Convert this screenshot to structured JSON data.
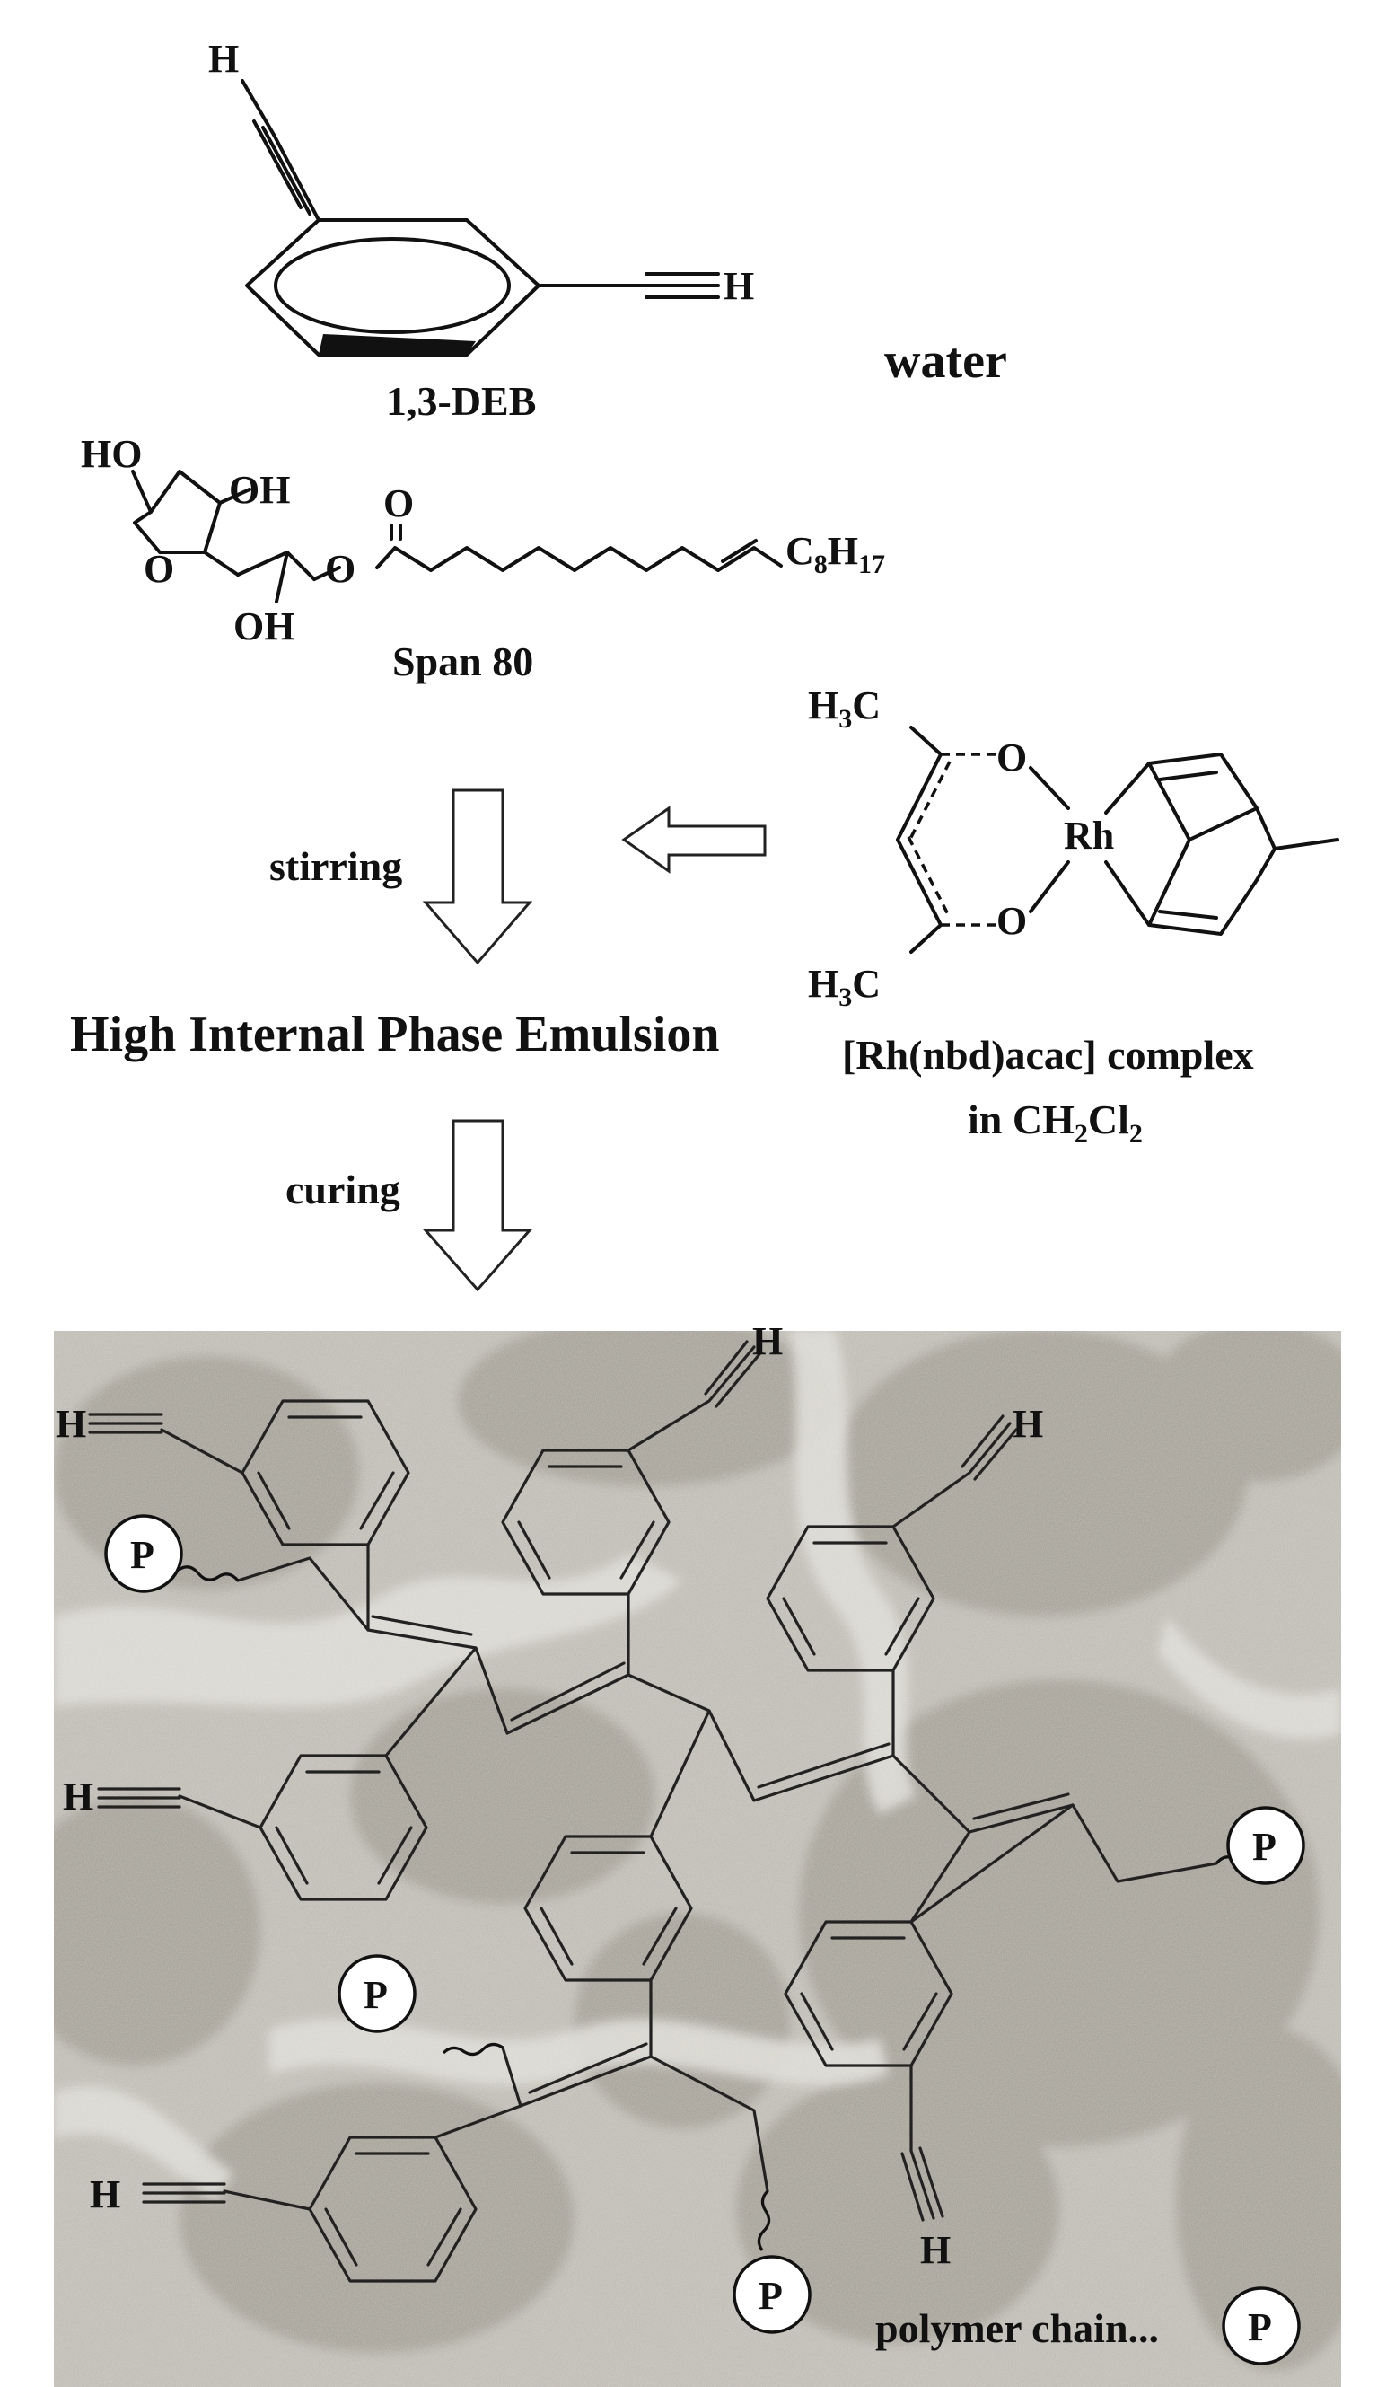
{
  "labels": {
    "deb": "1,3-DEB",
    "water": "water",
    "span80": "Span 80",
    "stirring": "stirring",
    "hipe": "High Internal Phase Emulsion",
    "rh_complex": "[Rh(nbd)acac] complex",
    "curing": "curing",
    "polymer_chain": "polymer chain..."
  },
  "solvent": {
    "prefix": "in CH",
    "sub1": "2",
    "mid": "Cl",
    "sub2": "2"
  },
  "atoms": {
    "h": "H",
    "ho": "HO",
    "oh": "OH",
    "o": "O",
    "c": "C",
    "c8": "8",
    "h17": "17",
    "rh": "Rh",
    "h3": "H",
    "h3sub": "3",
    "p": "P"
  },
  "colors": {
    "background_panel": "#b9b6ad",
    "pore": "#9e9a90",
    "wall": "#dad8d1"
  }
}
